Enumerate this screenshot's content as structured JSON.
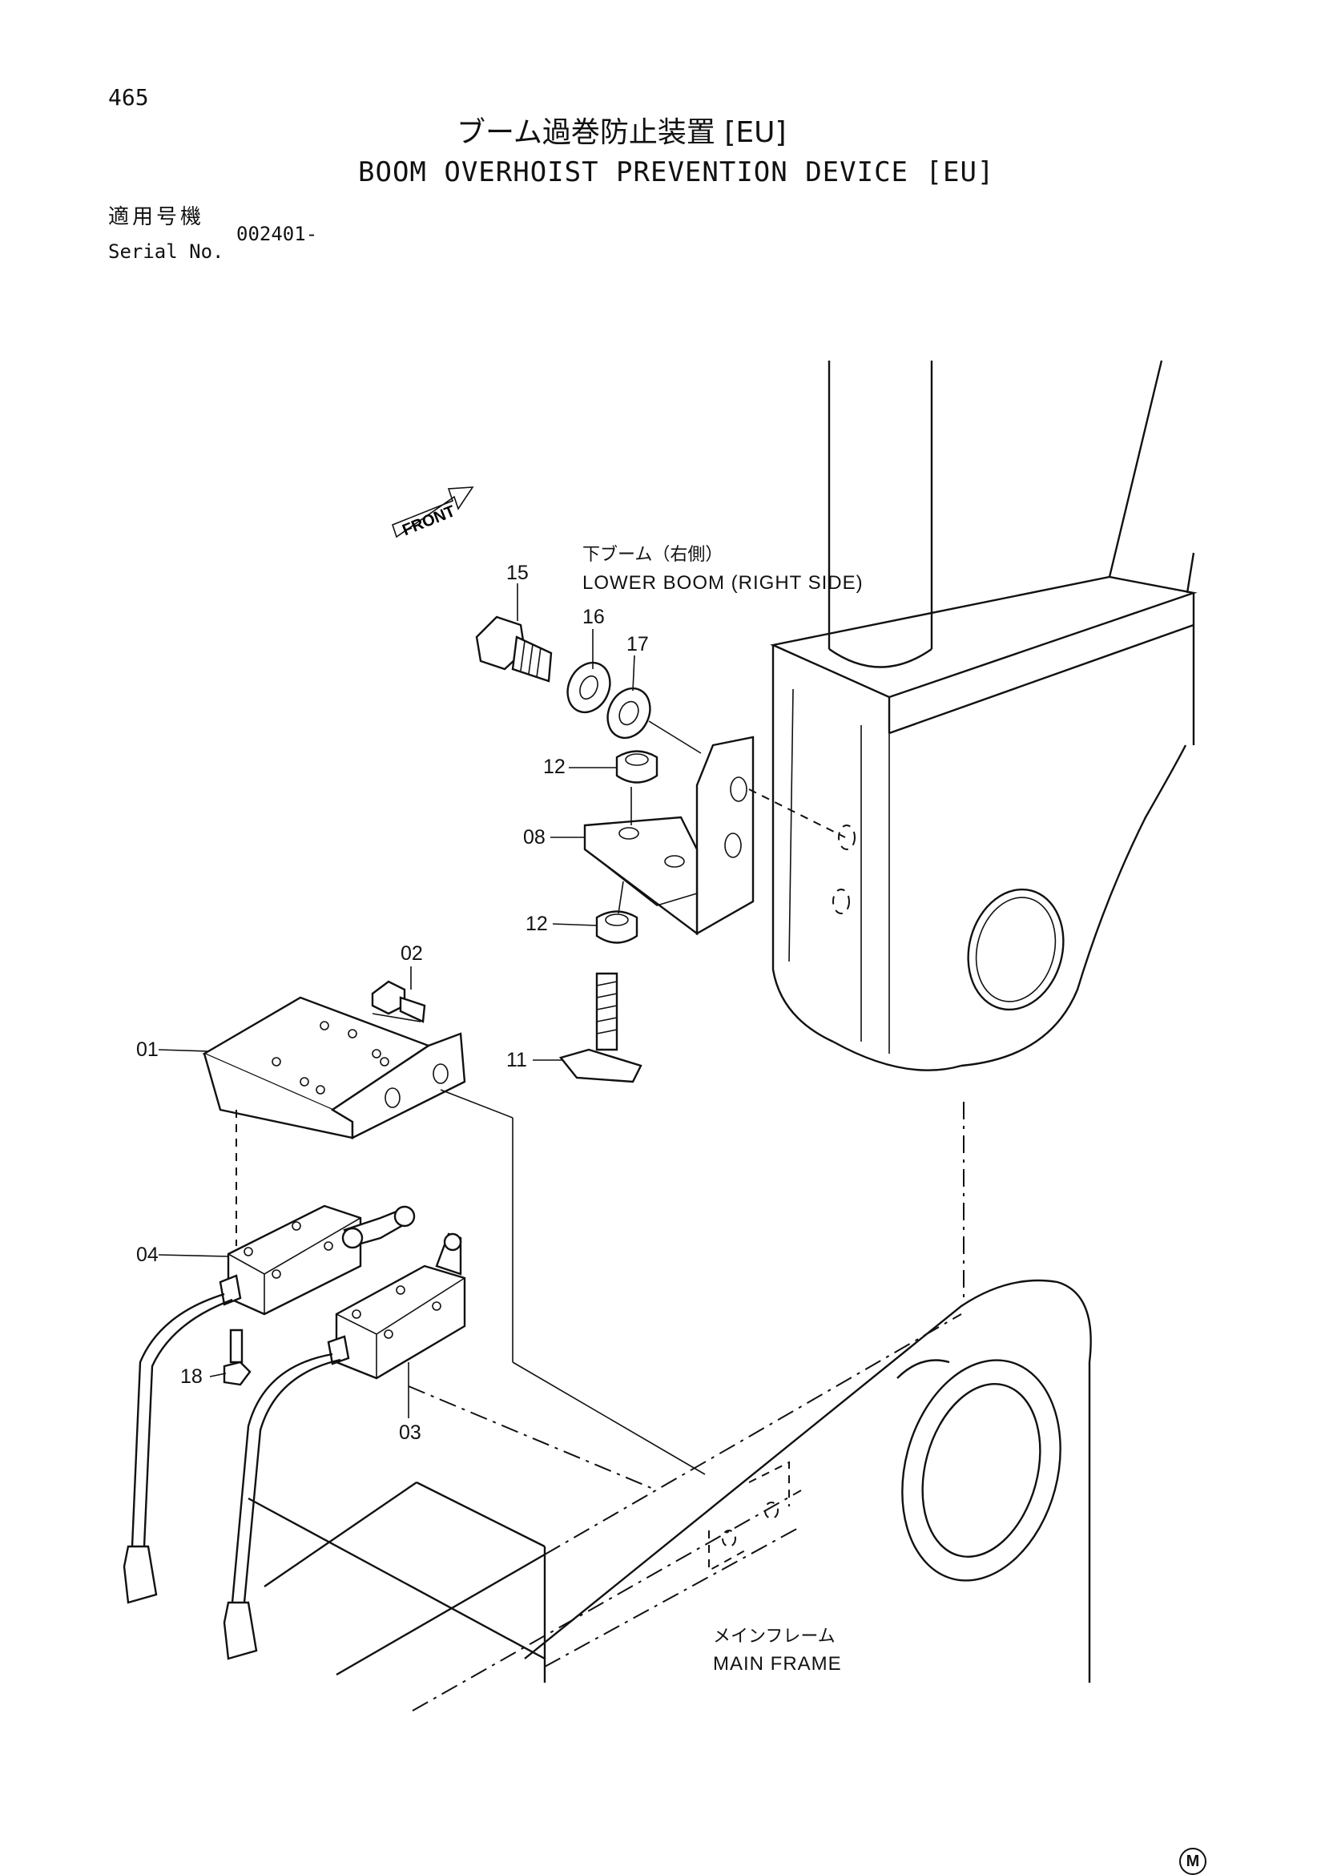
{
  "page_number": "465",
  "title_jp": "ブーム過巻防止装置 [EU]",
  "title_en": "BOOM OVERHOIST PREVENTION DEVICE [EU]",
  "serial": {
    "label_jp": "適用号機",
    "label_en": "Serial No.",
    "value": "002401-"
  },
  "front_label": "FRONT",
  "labels": {
    "lower_boom_jp": "下ブーム（右側）",
    "lower_boom_en": "LOWER BOOM (RIGHT SIDE)",
    "main_frame_jp": "メインフレーム",
    "main_frame_en": "MAIN FRAME"
  },
  "parts": [
    "15",
    "16",
    "17",
    "12",
    "08",
    "12",
    "11",
    "02",
    "01",
    "04",
    "18",
    "03"
  ],
  "mark": "M"
}
